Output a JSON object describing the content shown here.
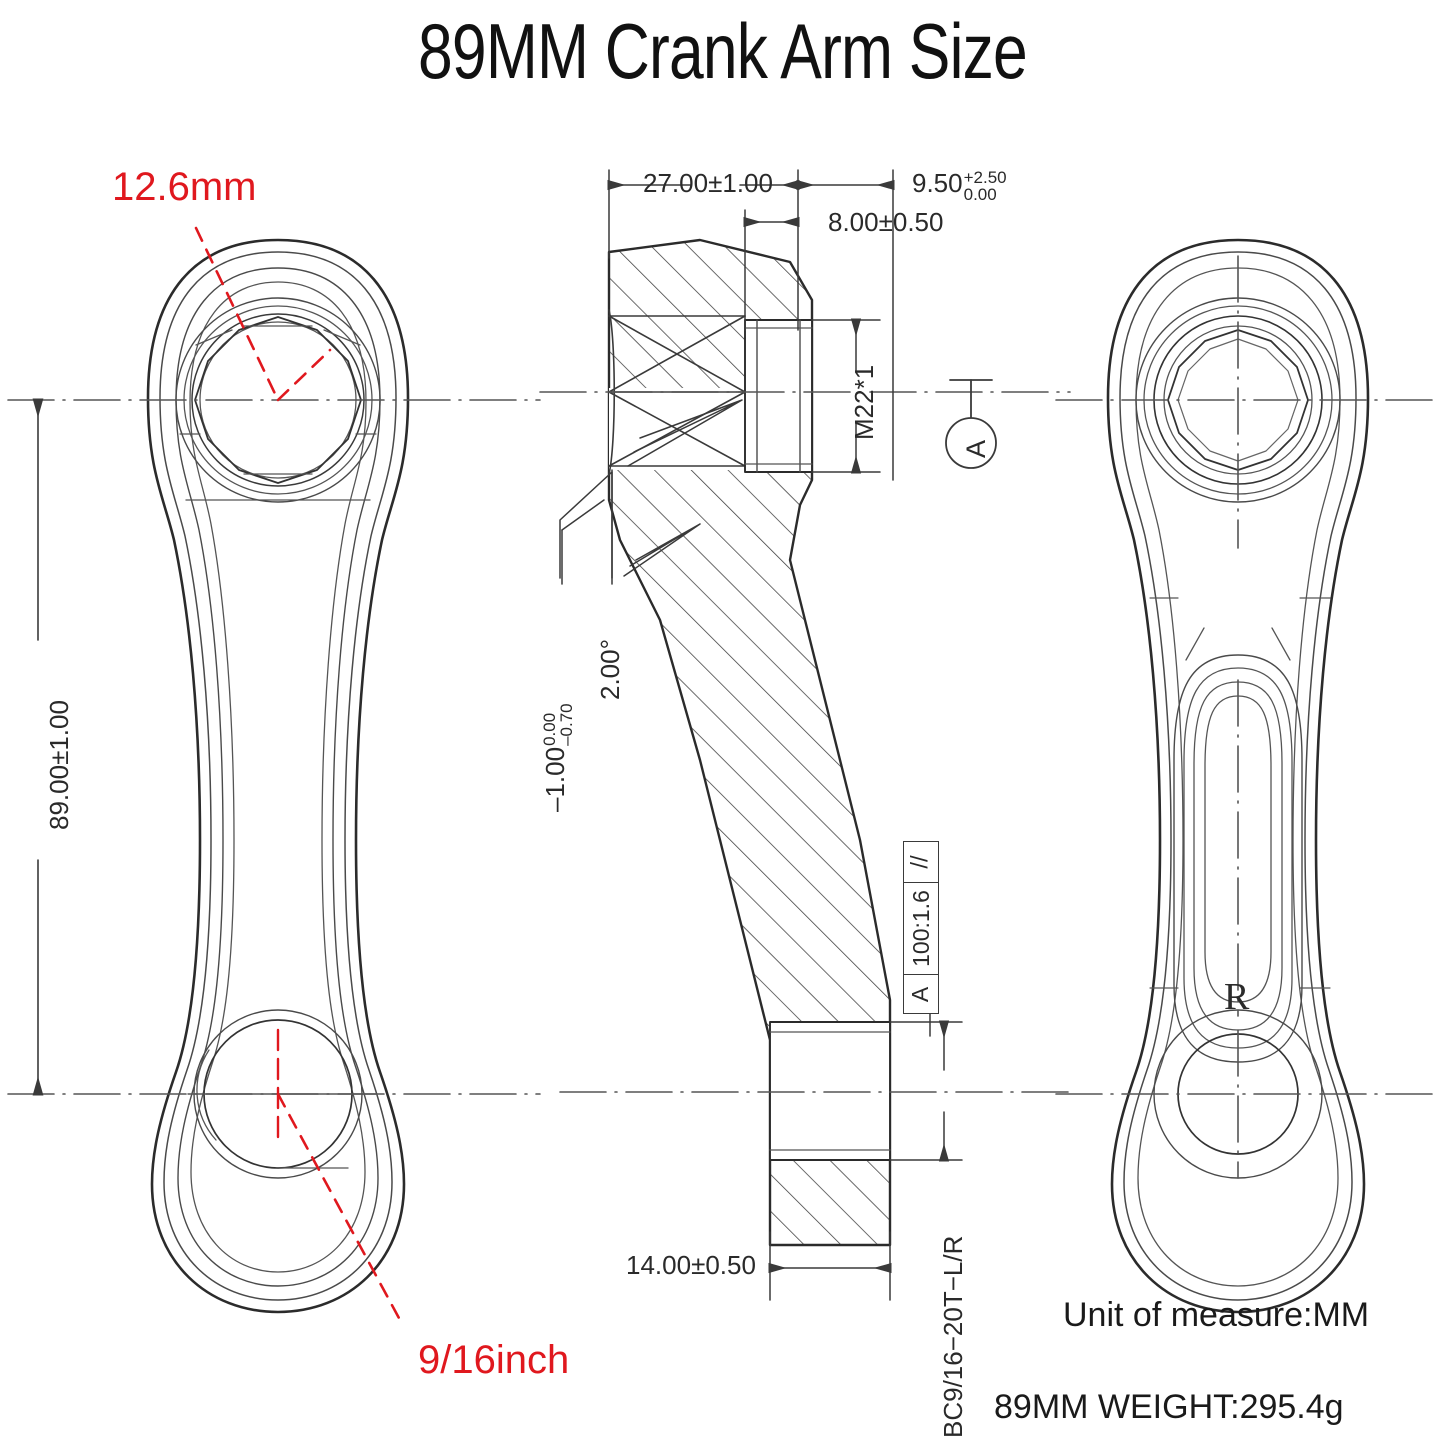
{
  "title": "89MM Crank Arm Size",
  "annotations": {
    "spindle_bore_red": "12.6mm",
    "pedal_thread_red": "9/16inch"
  },
  "dimensions": {
    "overall_length": {
      "value": "89.00",
      "tolerance": "±1.00",
      "full": "89.00±1.00"
    },
    "arm_width_27": {
      "value": "27.00",
      "tolerance": "±1.00",
      "full": "27.00±1.00"
    },
    "boss_950": {
      "value": "9.50",
      "tol_upper": "+2.50",
      "tol_lower": "0.00",
      "full": "9.50 +2.50 / 0.00"
    },
    "boss_800": {
      "value": "8.00",
      "tolerance": "±0.50",
      "full": "8.00±0.50"
    },
    "pedal_boss_14": {
      "value": "14.00",
      "tolerance": "±0.50",
      "full": "14.00±0.50"
    },
    "thread_spindle": "M22*1",
    "angle_200": "2.00°",
    "chamfer_100": {
      "value": "–1.00",
      "tol_upper": "0.00",
      "tol_lower": "–0.70",
      "full": "–1.00 0.00 / –0.70"
    },
    "pedal_thread_spec": "BC9/16−20T−L/R"
  },
  "gdt": {
    "datum_label": "A",
    "frame": {
      "symbol": "//",
      "symbol_name": "parallelism-symbol",
      "tolerance": "100:1.6",
      "datum": "A"
    }
  },
  "markings": {
    "side_marking": "R"
  },
  "notes": {
    "unit": "Unit of measure:MM",
    "weight": "89MM WEIGHT:295.4g"
  },
  "colors": {
    "line": "#2b2b2b",
    "thin_line": "#4a4a4a",
    "annotation_red": "#e0181e",
    "background": "#ffffff"
  },
  "views": {
    "left": "front-view-crank-arm",
    "center": "section-view-crank-arm",
    "right": "rear-view-crank-arm"
  }
}
